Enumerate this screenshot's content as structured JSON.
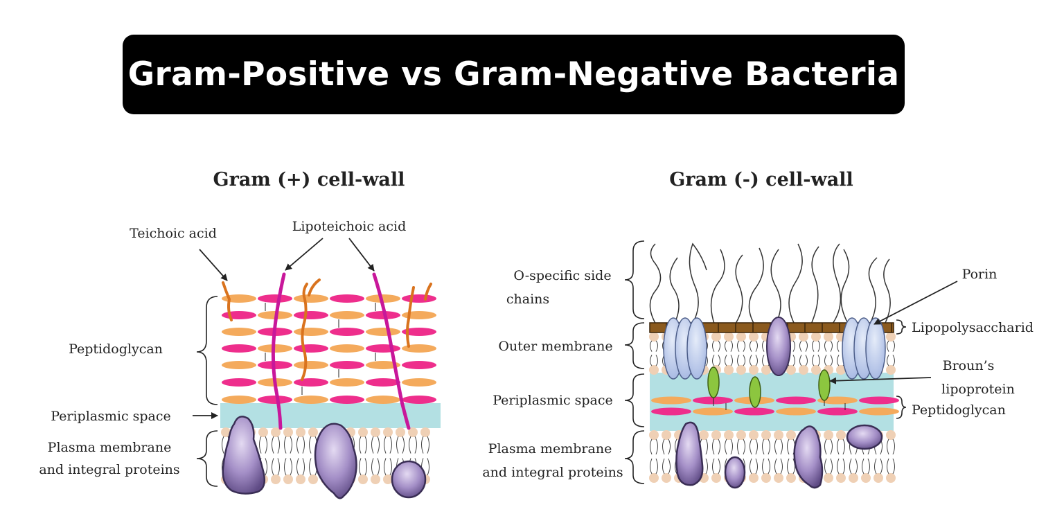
{
  "title": "Gram-Positive vs Gram-Negative Bacteria",
  "gram_positive": {
    "heading": "Gram (+) cell-wall",
    "labels": {
      "teichoic_acid": "Teichoic acid",
      "lipoteichoic_acid": "Lipoteichoic acid",
      "peptidoglycan": "Peptidoglycan",
      "periplasmic_space": "Periplasmic  space",
      "plasma_membrane_line1": "Plasma membrane",
      "plasma_membrane_line2": "and integral proteins"
    }
  },
  "gram_negative": {
    "heading": "Gram (-) cell-wall",
    "labels": {
      "o_specific_line1": "O-specific side",
      "o_specific_line2": "chains",
      "outer_membrane": "Outer membrane",
      "periplasmic_space": "Periplasmic  space",
      "plasma_membrane_line1": "Plasma membrane",
      "plasma_membrane_line2": "and integral proteins",
      "porin": "Porin",
      "lipopolysaccharide": "Lipopolysaccharid",
      "brauns_line1": "Broun’s",
      "brauns_line2": "lipoprotein",
      "peptidoglycan": "Peptidoglycan"
    }
  },
  "colors": {
    "orange_unit": "#F4AA5C",
    "pink_unit": "#EE2E8C",
    "magenta_chain": "#C8179A",
    "teichoic_orange": "#D9731E",
    "periplasm": "#B3E0E3",
    "lipid_head": "#EFD0B5",
    "protein_purple": "#A48FC7",
    "porin_blue": "#AFC0E6",
    "lipoprotein_green": "#8CC63F",
    "lps_brown": "#8B5A1E"
  }
}
